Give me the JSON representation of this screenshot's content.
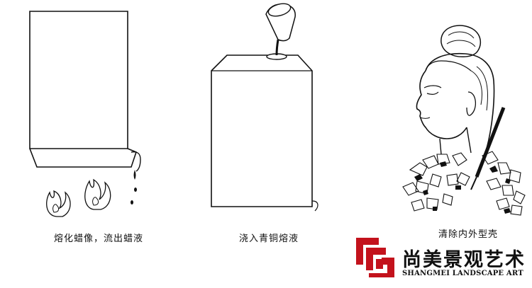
{
  "steps": [
    {
      "caption": "熔化蜡像，流出蜡液"
    },
    {
      "caption": "浇入青铜熔液"
    },
    {
      "caption": "清除内外型壳"
    }
  ],
  "brand": {
    "name_cn": "尚美景观艺术",
    "name_en": "SHANGMEI LANDSCAPE ART",
    "logo_color": "#c3121c"
  }
}
